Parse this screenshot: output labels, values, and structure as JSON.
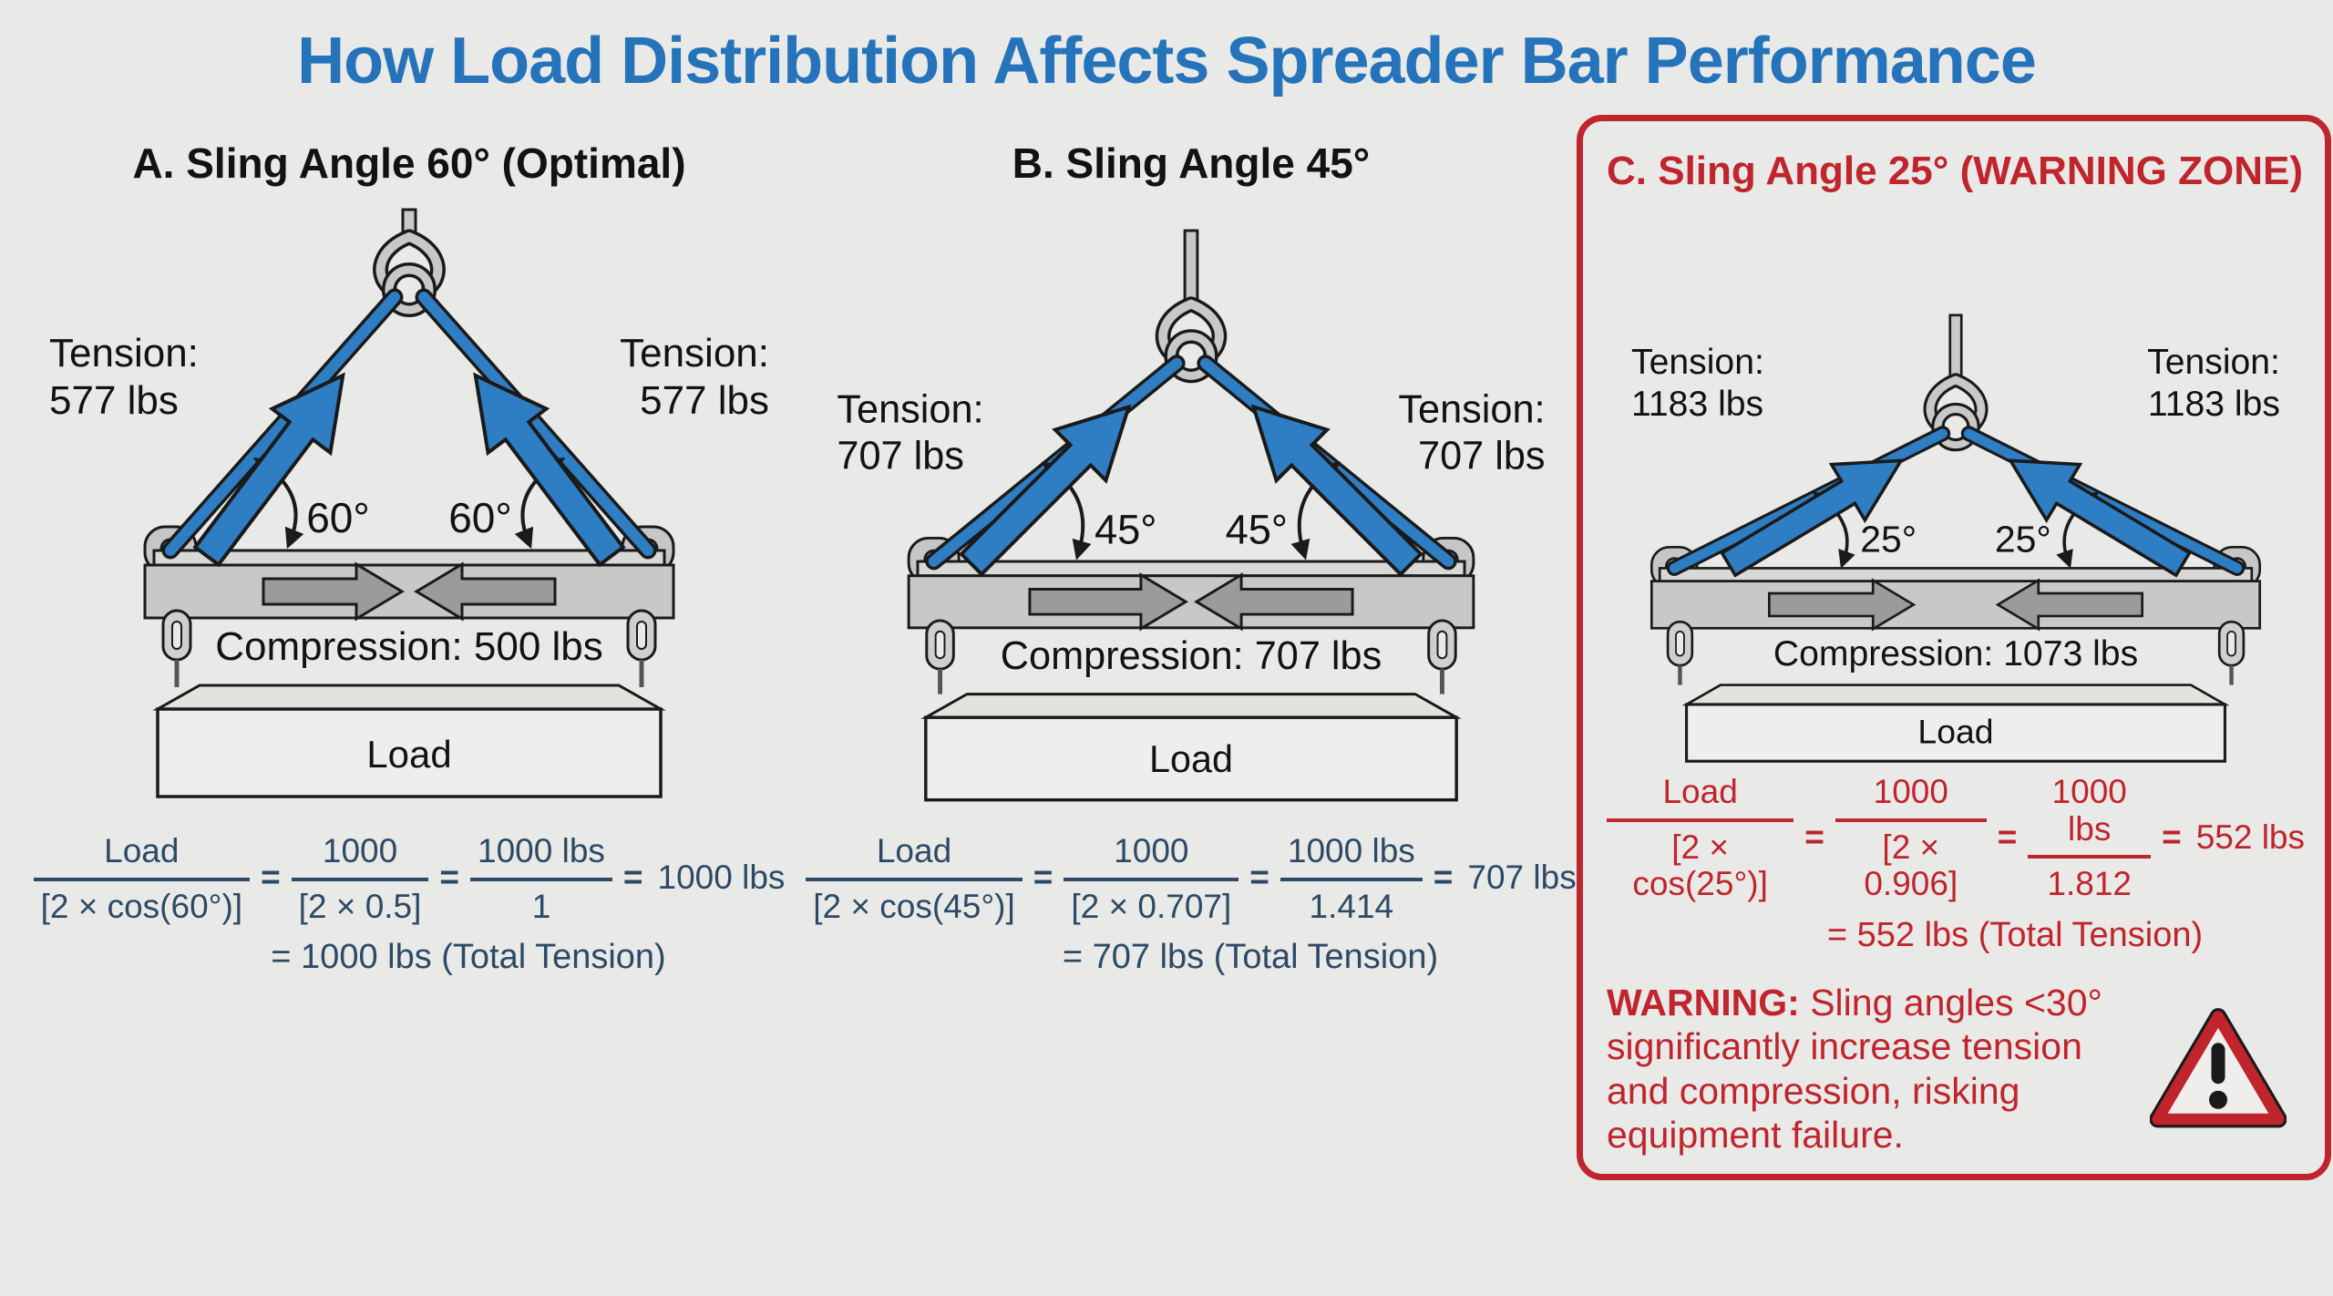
{
  "title": "How Load Distribution Affects Spreader Bar Performance",
  "colors": {
    "title_blue": "#2573ba",
    "sling_blue": "#2f7dc3",
    "formula_navy": "#2c4a66",
    "warning_red": "#c0242c",
    "bar_gray": "#c8c8c8",
    "background": "#e9e9e7"
  },
  "panels": [
    {
      "id": "A",
      "heading": "A. Sling Angle 60° (Optimal)",
      "tension_left_line1": "Tension:",
      "tension_left_line2": "577 lbs",
      "tension_right_line1": "Tension:",
      "tension_right_line2": "577 lbs",
      "angle_left": "60°",
      "angle_right": "60°",
      "compression": "Compression: 500 lbs",
      "load_label": "Load",
      "formula": {
        "f1_num": "Load",
        "f1_den": "[2 × cos(60°)]",
        "eq1": "=",
        "f2_num": "1000",
        "f2_den": "[2 × 0.5]",
        "eq2": "=",
        "f3_num": "1000 lbs",
        "f3_den": "1",
        "eq3": "=",
        "result": "1000 lbs",
        "total": "= 1000 lbs (Total Tension)"
      }
    },
    {
      "id": "B",
      "heading": "B. Sling Angle 45°",
      "tension_left_line1": "Tension:",
      "tension_left_line2": "707 lbs",
      "tension_right_line1": "Tension:",
      "tension_right_line2": "707 lbs",
      "angle_left": "45°",
      "angle_right": "45°",
      "compression": "Compression: 707 lbs",
      "load_label": "Load",
      "formula": {
        "f1_num": "Load",
        "f1_den": "[2 × cos(45°)]",
        "eq1": "=",
        "f2_num": "1000",
        "f2_den": "[2 × 0.707]",
        "eq2": "=",
        "f3_num": "1000 lbs",
        "f3_den": "1.414",
        "eq3": "=",
        "result": "707 lbs",
        "total": "= 707 lbs (Total Tension)"
      }
    },
    {
      "id": "C",
      "heading": "C. Sling Angle 25° (WARNING ZONE)",
      "tension_left_line1": "Tension:",
      "tension_left_line2": "1183 lbs",
      "tension_right_line1": "Tension:",
      "tension_right_line2": "1183 lbs",
      "angle_left": "25°",
      "angle_right": "25°",
      "compression": "Compression: 1073 lbs",
      "load_label": "Load",
      "formula": {
        "f1_num": "Load",
        "f1_den": "[2 × cos(25°)]",
        "eq1": "=",
        "f2_num": "1000",
        "f2_den": "[2 × 0.906]",
        "eq2": "=",
        "f3_num": "1000 lbs",
        "f3_den": "1.812",
        "eq3": "=",
        "result": "552 lbs",
        "total": "= 552 lbs (Total Tension)"
      },
      "warning_bold": "WARNING:",
      "warning_text": " Sling angles <30° significantly increase tension and compression, risking equipment failure."
    }
  ]
}
